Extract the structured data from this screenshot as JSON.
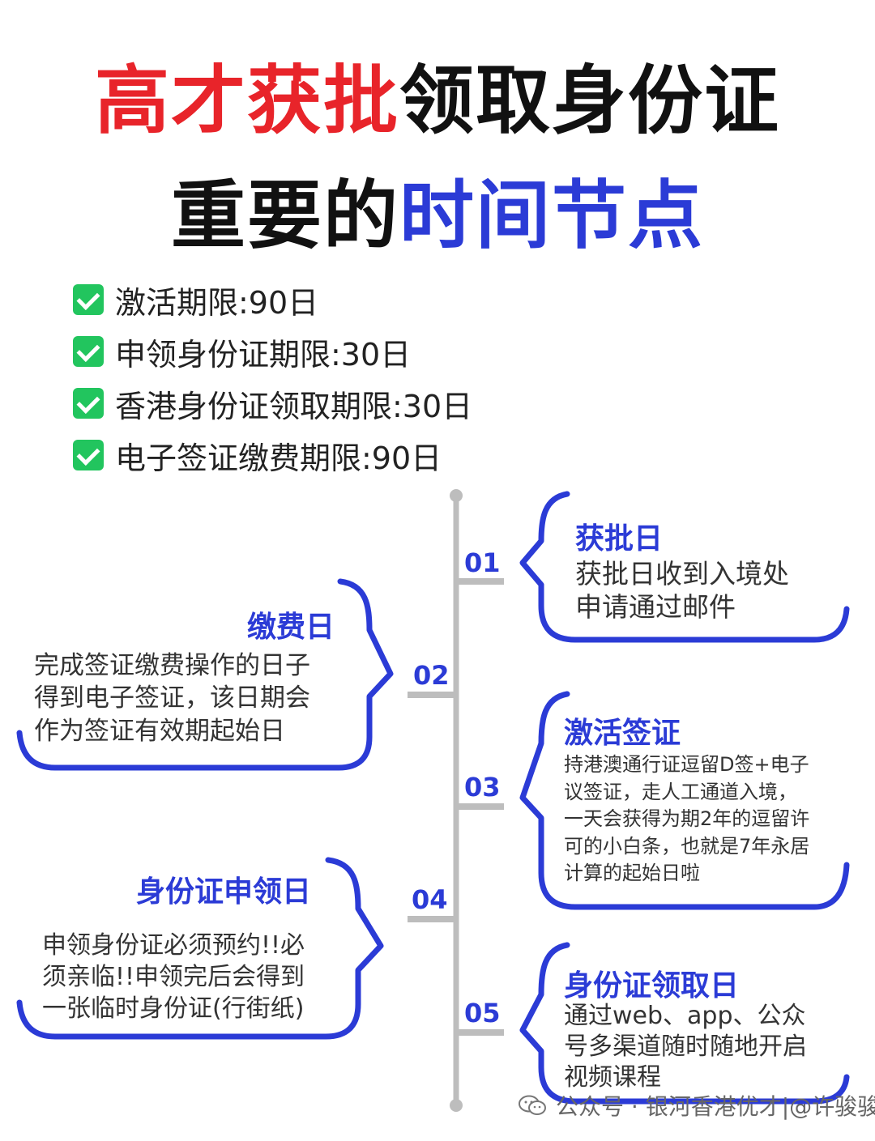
{
  "title": {
    "line1_red": "高才获批",
    "line1_black": "领取身份证",
    "line2_black": "重要的",
    "line2_blue": "时间节点"
  },
  "checklist": [
    "激活期限:90日",
    "申领身份证期限:30日",
    "香港身份证领取期限:30日",
    "电子签证缴费期限:90日"
  ],
  "timeline": [
    {
      "num": "01",
      "title": "获批日",
      "lines": [
        "获批日收到入境处",
        "申请通过邮件"
      ]
    },
    {
      "num": "02",
      "title": "缴费日",
      "lines": [
        "完成签证缴费操作的日子",
        "得到电子签证，该日期会",
        "作为签证有效期起始日"
      ]
    },
    {
      "num": "03",
      "title": "激活签证",
      "lines": [
        "持港澳通行证逗留D签+电子",
        "议签证，走人工通道入境，",
        "一天会获得为期2年的逗留许",
        "可的小白条，也就是7年永居",
        "计算的起始日啦"
      ]
    },
    {
      "num": "04",
      "title": "身份证申领日",
      "lines": [
        "申领身份证必须预约!!必",
        "须亲临!!申领完后会得到",
        "一张临时身份证(行街纸)"
      ]
    },
    {
      "num": "05",
      "title": "身份证领取日",
      "lines": [
        "通过web、app、公众",
        "号多渠道随时随地开启",
        "视频课程"
      ]
    }
  ],
  "watermark": "公众号 · 银河香港优才|@许骏骏",
  "colors": {
    "red": "#e8242a",
    "blue": "#2b3bd6",
    "green": "#22c55e",
    "line": "#bdbdbd"
  }
}
